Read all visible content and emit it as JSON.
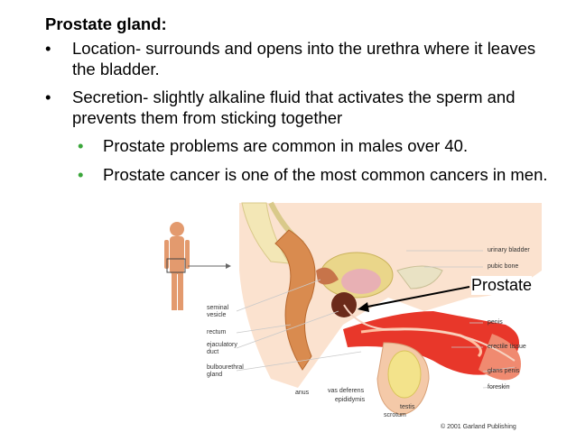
{
  "title": "Prostate gland:",
  "bullets": [
    "Location- surrounds and opens into the urethra where it leaves the bladder.",
    "Secretion- slightly alkaline fluid that activates the sperm and prevents them from sticking together"
  ],
  "sub_bullets": [
    "Prostate problems are common in males over 40.",
    "Prostate cancer is one of the most common cancers in men."
  ],
  "bullet_symbol": "•",
  "diagram": {
    "callout": "Prostate",
    "labels_right": {
      "urinary_bladder": "urinary bladder",
      "pubic_bone": "pubic bone",
      "penis": "penis",
      "erectile_tissue": "erectile tissue",
      "glans_penis": "glans penis",
      "foreskin": "foreskin"
    },
    "labels_left": {
      "seminal_vesicle_1": "seminal",
      "seminal_vesicle_2": "vesicle",
      "rectum": "rectum",
      "ejaculatory_duct_1": "ejaculatory",
      "ejaculatory_duct_2": "duct",
      "bulbourethral_gland_1": "bulbourethral",
      "bulbourethral_gland_2": "gland"
    },
    "labels_bottom": {
      "anus": "anus",
      "vas_deferens": "vas deferens",
      "epididymis": "epididymis",
      "testis": "testis",
      "scrotum": "scrotum"
    },
    "copyright": "© 2001 Garland Publishing"
  }
}
